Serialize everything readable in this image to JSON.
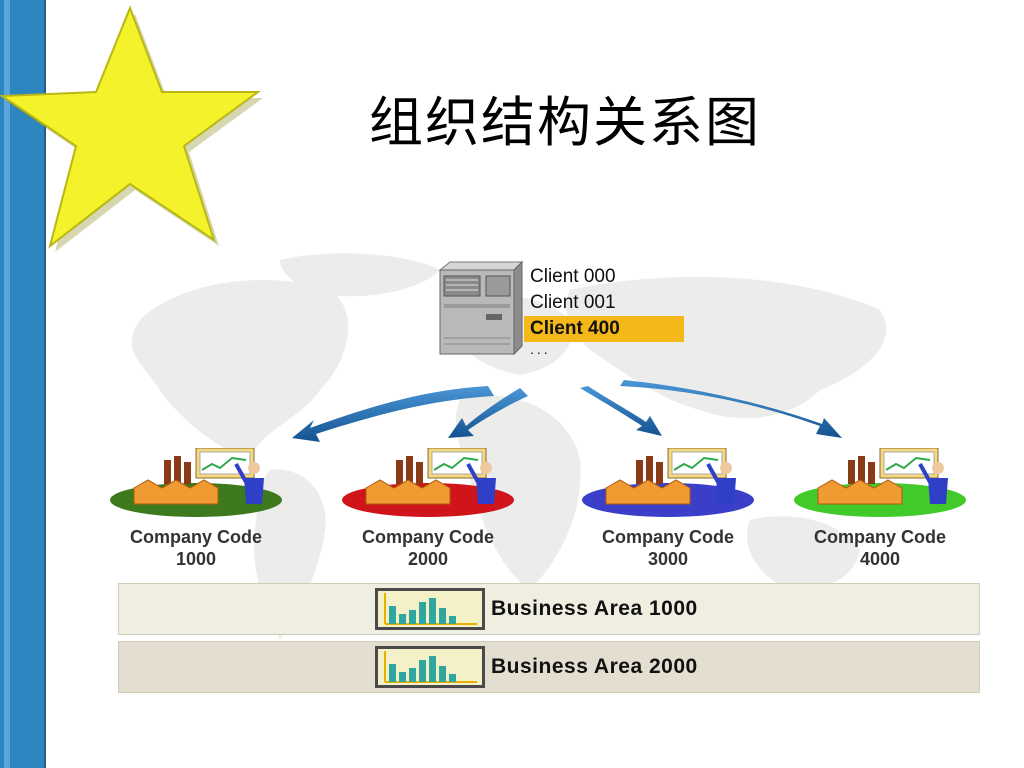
{
  "slide": {
    "title": "组织结构关系图"
  },
  "colors": {
    "left_bar": "#2e86c1",
    "star": "#f4f22a",
    "client_highlight": "#f5b81b",
    "arrow": "#1f6fb5",
    "company_1000": "#3d7a1d",
    "company_2000": "#d0141c",
    "company_3000": "#3a3ec9",
    "company_4000": "#42c92a"
  },
  "clients": {
    "items": [
      "Client 000",
      "Client 001",
      "Client 400"
    ],
    "selected": "Client 400",
    "more": "..."
  },
  "companies": [
    {
      "label": "Company Code",
      "code": "1000",
      "color": "#3d7a1d"
    },
    {
      "label": "Company Code",
      "code": "2000",
      "color": "#d0141c"
    },
    {
      "label": "Company Code",
      "code": "3000",
      "color": "#3a3ec9"
    },
    {
      "label": "Company Code",
      "code": "4000",
      "color": "#42c92a"
    }
  ],
  "business_areas": [
    {
      "label": "Business Area  1000"
    },
    {
      "label": "Business Area  2000"
    }
  ]
}
